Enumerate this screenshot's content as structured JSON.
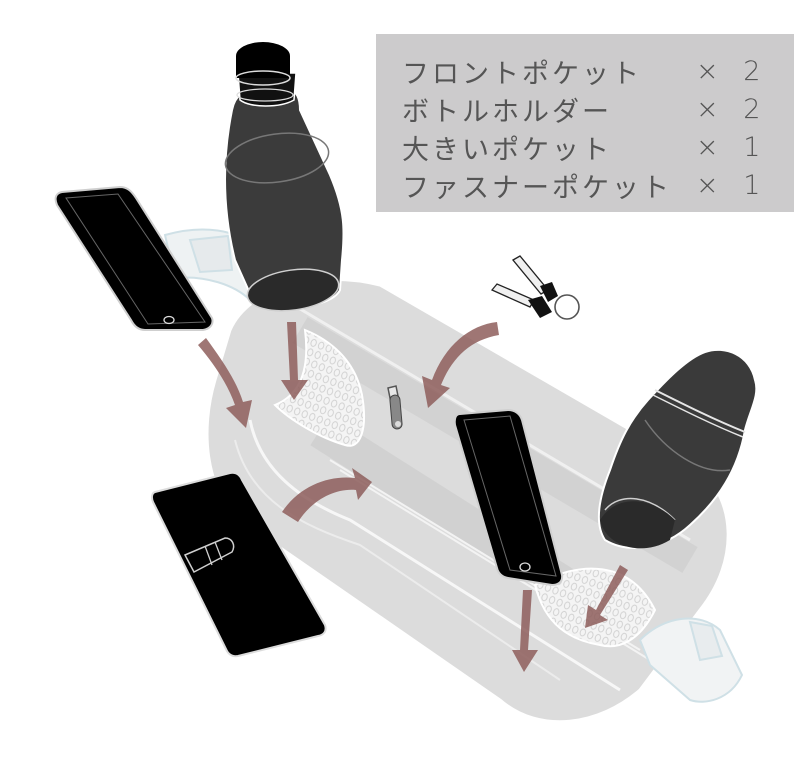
{
  "legend": {
    "items": [
      {
        "name": "フロントポケット",
        "qty": "× 2"
      },
      {
        "name": "ボトルホルダー",
        "qty": "× 2"
      },
      {
        "name": "大きいポケット",
        "qty": "× 1"
      },
      {
        "name": "ファスナーポケット",
        "qty": "× 1"
      }
    ],
    "background": "#cccbcc",
    "text_color": "#555555"
  },
  "illustration": {
    "subject": "bag-organizer-pockets-diagram",
    "objects": [
      "water-bottle",
      "smartphone-left",
      "smartphone-right",
      "keys",
      "shaker-bottle",
      "long-wallet",
      "bag-organizer"
    ],
    "arrow_color": "#8e5e5c",
    "bag_color": "#d9d9d9",
    "item_color": "#000000",
    "bottle_color": "#3a3a3a"
  }
}
